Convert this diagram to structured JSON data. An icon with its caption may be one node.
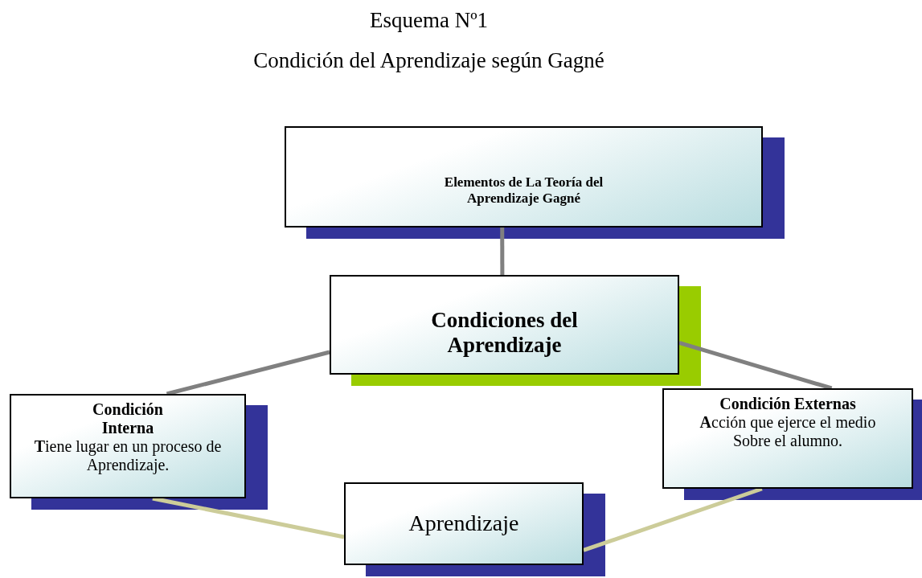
{
  "diagram": {
    "title": "Esquema Nº1",
    "nodes": [
      {
        "text": [
          "Elementos de La Teoría del Aprendizaje Gagné"
        ]
      },
      {
        "text": [
          "Condiciones del Aprendizaje"
        ]
      },
      {
        "text": [
          "Condición Interna",
          "**T**iene lugar en un proceso de Aprendizaje."
        ]
      },
      {
        "text": [
          "Condición Externas",
          "**A**cción que ejerce el medio Sobre el alumno."
        ]
      },
      {
        "text": [
          "Aprendizaje"
        ]
      }
    ],
    "edges": [
      {
        "from": 0,
        "to": 1,
        "arrow": "none"
      },
      {
        "from": 1,
        "to": 2,
        "arrow": "none"
      },
      {
        "from": 1,
        "to": 3,
        "arrow": "none"
      },
      {
        "from": 2,
        "to": 4,
        "arrow": "none",
        "color": "#cccc99"
      },
      {
        "from": 4,
        "to": 3,
        "arrow": "none",
        "color": "#cccc99"
      }
    ],
    "labels": [
      "Condición del Aprendizaje según Gagné"
    ]
  }
}
